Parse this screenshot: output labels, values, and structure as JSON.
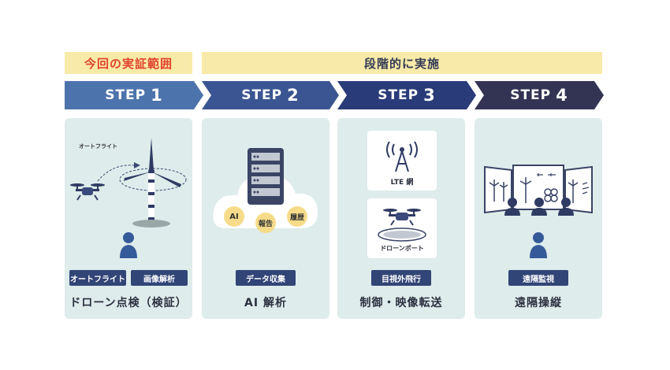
{
  "banners": {
    "current_scope": "今回の実証範囲",
    "staged": "段階的に実施"
  },
  "colors": {
    "banner_bg": "#f8eaa8",
    "current_text": "#e0432e",
    "step1": "#4d73ad",
    "step2": "#3b5592",
    "step3": "#293b78",
    "step4": "#333454",
    "panel_bg": "#deeceb",
    "tag_bg": "#324577"
  },
  "steps": [
    {
      "label": "STEP",
      "num": "1",
      "tags": [
        "オートフライト",
        "画像解析"
      ],
      "title": "ドローン点検（検証）",
      "illustration": {
        "icons": [
          "drone-icon",
          "wind-turbine-icon",
          "person-icon"
        ],
        "flight_label": "オートフライト"
      }
    },
    {
      "label": "STEP",
      "num": "2",
      "tags": [
        "データ収集"
      ],
      "title": "AI 解析",
      "illustration": {
        "icons": [
          "server-icon",
          "cloud-icon"
        ],
        "bubbles": [
          "AI",
          "報告",
          "履歴"
        ]
      }
    },
    {
      "label": "STEP",
      "num": "3",
      "tags": [
        "目視外飛行"
      ],
      "title": "制御・映像転送",
      "illustration": {
        "icons": [
          "antenna-icon",
          "drone-port-icon"
        ],
        "lte_label": "LTE 網",
        "port_label": "ドローンポート"
      }
    },
    {
      "label": "STEP",
      "num": "4",
      "tags": [
        "遠隔監視"
      ],
      "title": "遠隔操縦",
      "illustration": {
        "icons": [
          "monitor-wall-icon",
          "operators-icon",
          "person-icon"
        ]
      }
    }
  ]
}
